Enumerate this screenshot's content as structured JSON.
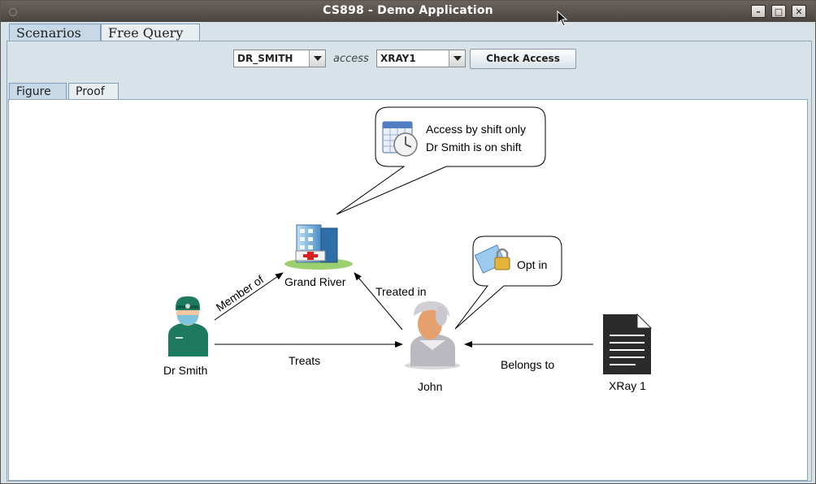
{
  "window": {
    "title": "CS898 - Demo Application",
    "min": "–",
    "max": "□",
    "close": "✕"
  },
  "main_tabs": [
    {
      "label": "Scenarios"
    },
    {
      "label": "Free Query"
    }
  ],
  "query": {
    "subject": "DR_SMITH",
    "verb": "access",
    "object": "XRAY1",
    "check_label": "Check Access"
  },
  "sub_tabs": [
    {
      "label": "Figure"
    },
    {
      "label": "Proof"
    }
  ],
  "figure": {
    "nodes": {
      "dr_smith": "Dr Smith",
      "grand_river": "Grand River",
      "john": "John",
      "xray": "XRay 1"
    },
    "edges": {
      "member_of": "Member of",
      "treated_in": "Treated in",
      "treats": "Treats",
      "belongs_to": "Belongs to"
    },
    "callout_shift": [
      "Access by shift only",
      "Dr Smith is on shift"
    ],
    "callout_optin": "Opt in"
  }
}
